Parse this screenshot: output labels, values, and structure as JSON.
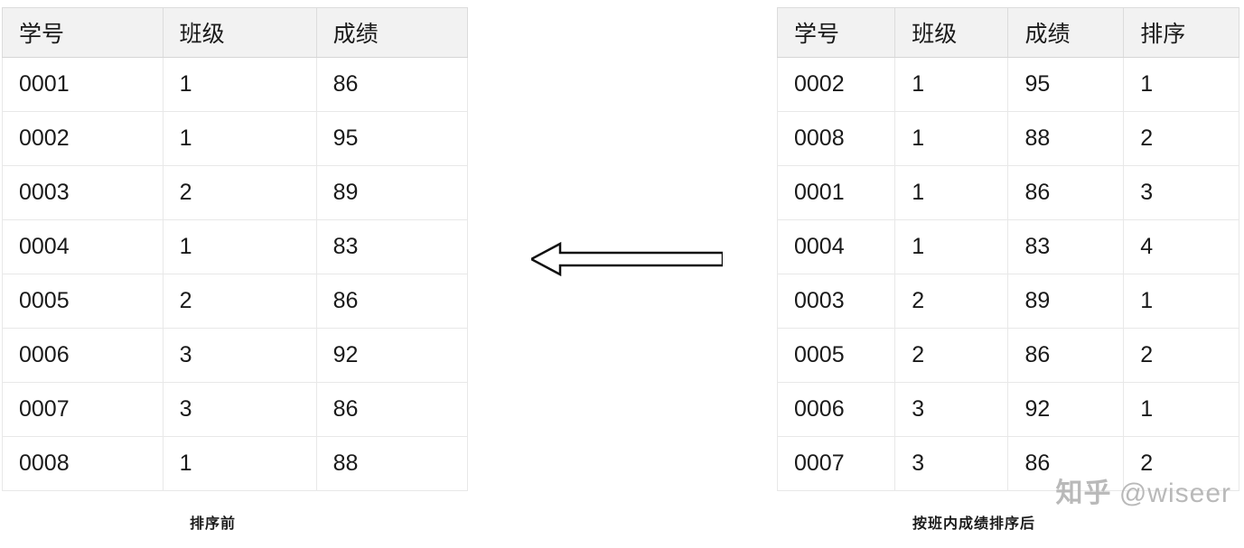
{
  "left_table": {
    "caption": "排序前",
    "columns": [
      "学号",
      "班级",
      "成绩"
    ],
    "rows": [
      [
        "0001",
        "1",
        "86"
      ],
      [
        "0002",
        "1",
        "95"
      ],
      [
        "0003",
        "2",
        "89"
      ],
      [
        "0004",
        "1",
        "83"
      ],
      [
        "0005",
        "2",
        "86"
      ],
      [
        "0006",
        "3",
        "92"
      ],
      [
        "0007",
        "3",
        "86"
      ],
      [
        "0008",
        "1",
        "88"
      ]
    ]
  },
  "right_table": {
    "caption": "按班内成绩排序后",
    "columns": [
      "学号",
      "班级",
      "成绩",
      "排序"
    ],
    "rows": [
      [
        "0002",
        "1",
        "95",
        "1"
      ],
      [
        "0008",
        "1",
        "88",
        "2"
      ],
      [
        "0001",
        "1",
        "86",
        "3"
      ],
      [
        "0004",
        "1",
        "83",
        "4"
      ],
      [
        "0003",
        "2",
        "89",
        "1"
      ],
      [
        "0005",
        "2",
        "86",
        "2"
      ],
      [
        "0006",
        "3",
        "92",
        "1"
      ],
      [
        "0007",
        "3",
        "86",
        "2"
      ]
    ]
  },
  "arrow": {
    "name": "rightwards-double-arrow",
    "color": "#111111"
  },
  "watermark": {
    "logo": "知乎",
    "handle": "@wiseer"
  }
}
